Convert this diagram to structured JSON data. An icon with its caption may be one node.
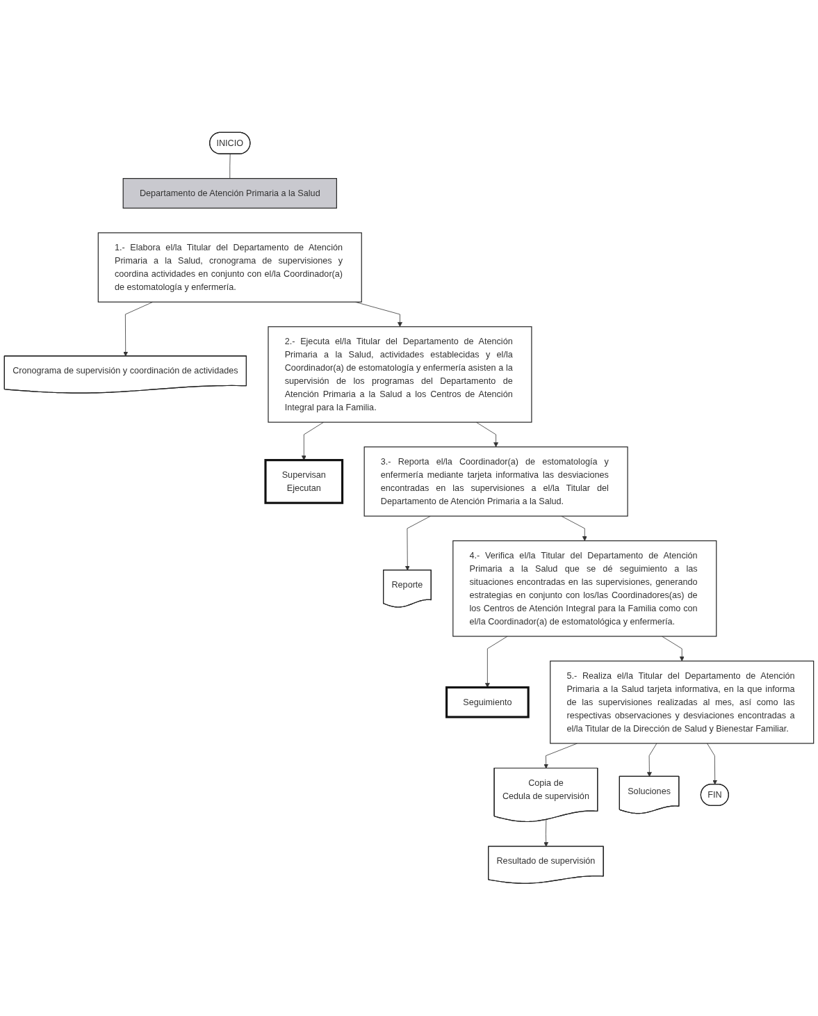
{
  "diagram": {
    "nodes": [
      {
        "text": [
          "INICIO"
        ]
      },
      {
        "text": [
          "Departamento de Atención Primaria a la Salud"
        ]
      },
      {
        "text": [
          "1.- Elabora el/la Titular del Departamento de Atención Primaria a la Salud, cronograma de supervisiones y coordina actividades en conjunto con el/la Coordinador(a) de estomatología y enfermería."
        ]
      },
      {
        "text": [
          "Cronograma de supervisión y coordinación de actividades"
        ]
      },
      {
        "text": [
          "2.- Ejecuta el/la Titular del Departamento de Atención Primaria a la Salud, actividades establecidas y el/la Coordinador(a) de estomatología y enfermería asisten a la supervisión de los programas del Departamento de Atención Primaria a la Salud a los Centros de Atención Integral para la Familia."
        ]
      },
      {
        "text": [
          "Supervisan",
          "Ejecutan"
        ]
      },
      {
        "text": [
          "3.- Reporta el/la Coordinador(a) de estomatología y enfermería mediante tarjeta informativa las desviaciones encontradas en las supervisiones a el/la Titular del Departamento de Atención Primaria a la Salud."
        ]
      },
      {
        "text": [
          "Reporte"
        ]
      },
      {
        "text": [
          "4.- Verifica el/la Titular del Departamento de Atención Primaria a la Salud que se dé seguimiento a las situaciones encontradas en las supervisiones, generando estrategias en conjunto con los/las Coordinadores(as) de los Centros de Atención Integral para la Familia como con el/la Coordinador(a) de estomatológica y enfermería."
        ]
      },
      {
        "text": [
          "Seguimiento"
        ]
      },
      {
        "text": [
          "5.- Realiza el/la Titular del Departamento de Atención Primaria a la Salud tarjeta informativa, en la que informa de las supervisiones realizadas al mes, así como las respectivas observaciones y desviaciones encontradas a el/la Titular de la Dirección de Salud y Bienestar Familiar."
        ]
      },
      {
        "text": [
          "Copia de",
          "Cedula de supervisión"
        ]
      },
      {
        "text": [
          "Resultado de supervisión"
        ]
      },
      {
        "text": [
          "Soluciones"
        ]
      },
      {
        "text": [
          "FIN"
        ]
      }
    ],
    "edges": [
      {
        "from": 0,
        "to": 1,
        "arrow": "none"
      },
      {
        "from": 2,
        "to": 3,
        "arrow": "to"
      },
      {
        "from": 2,
        "to": 4,
        "arrow": "to"
      },
      {
        "from": 4,
        "to": 5,
        "arrow": "to"
      },
      {
        "from": 4,
        "to": 6,
        "arrow": "to"
      },
      {
        "from": 6,
        "to": 7,
        "arrow": "to"
      },
      {
        "from": 6,
        "to": 8,
        "arrow": "to"
      },
      {
        "from": 8,
        "to": 9,
        "arrow": "to"
      },
      {
        "from": 8,
        "to": 10,
        "arrow": "to"
      },
      {
        "from": 10,
        "to": 11,
        "arrow": "to"
      },
      {
        "from": 11,
        "to": 12,
        "arrow": "to"
      },
      {
        "from": 10,
        "to": 13,
        "arrow": "to"
      },
      {
        "from": 10,
        "to": 14,
        "arrow": "to"
      }
    ]
  }
}
